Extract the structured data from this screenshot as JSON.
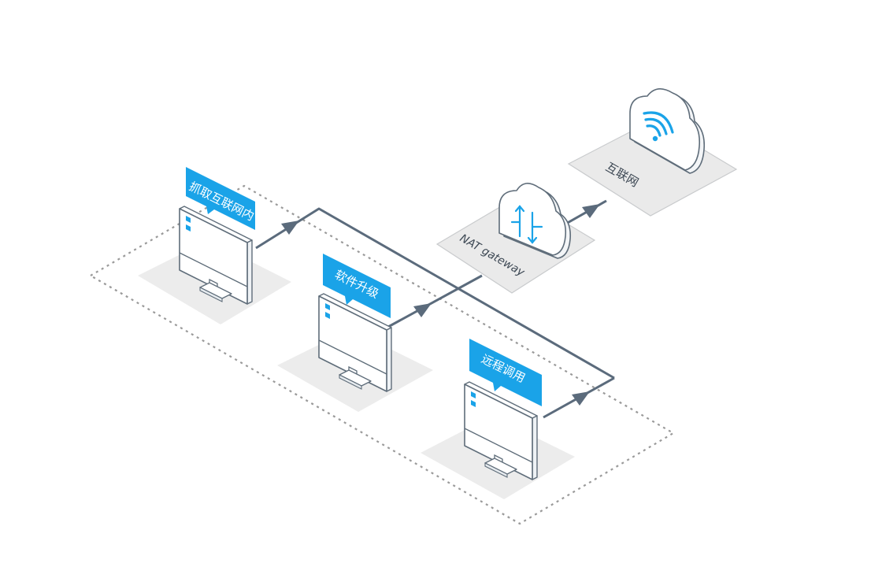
{
  "nodes": {
    "server_1": {
      "label": "抓取互联网内"
    },
    "server_2": {
      "label": "软件升级"
    },
    "server_3": {
      "label": "远程调用"
    },
    "nat": {
      "label": "NAT gateway"
    },
    "internet": {
      "label": "互联网"
    }
  },
  "colors": {
    "accent": "#1aa3e8",
    "line": "#5b6b7c",
    "outline": "#5f6d7a",
    "shadow": "#ececec",
    "dash": "#9a9a9a"
  }
}
